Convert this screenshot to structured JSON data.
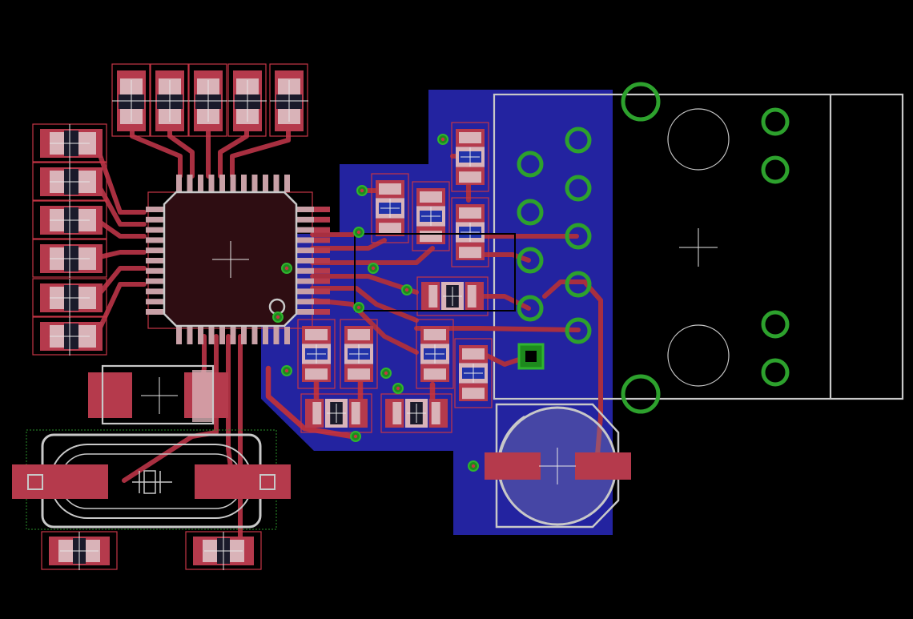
{
  "view": {
    "background": "#000000"
  },
  "colors": {
    "top_copper": "#b53a4c",
    "bottom_pour": "#2323a0",
    "silkscreen": "#c8c8c8",
    "vias": "#2fb52f",
    "outline": "#c43545"
  },
  "layers": [
    "top-copper",
    "bottom-copper",
    "silkscreen",
    "vias",
    "pads"
  ],
  "components": {
    "mcu": {
      "package": "TQFP-44"
    },
    "connector": {
      "type": "RJ45"
    },
    "crystal": {
      "type": "HC-49"
    },
    "coin_cell": {
      "type": "battery-holder"
    }
  }
}
